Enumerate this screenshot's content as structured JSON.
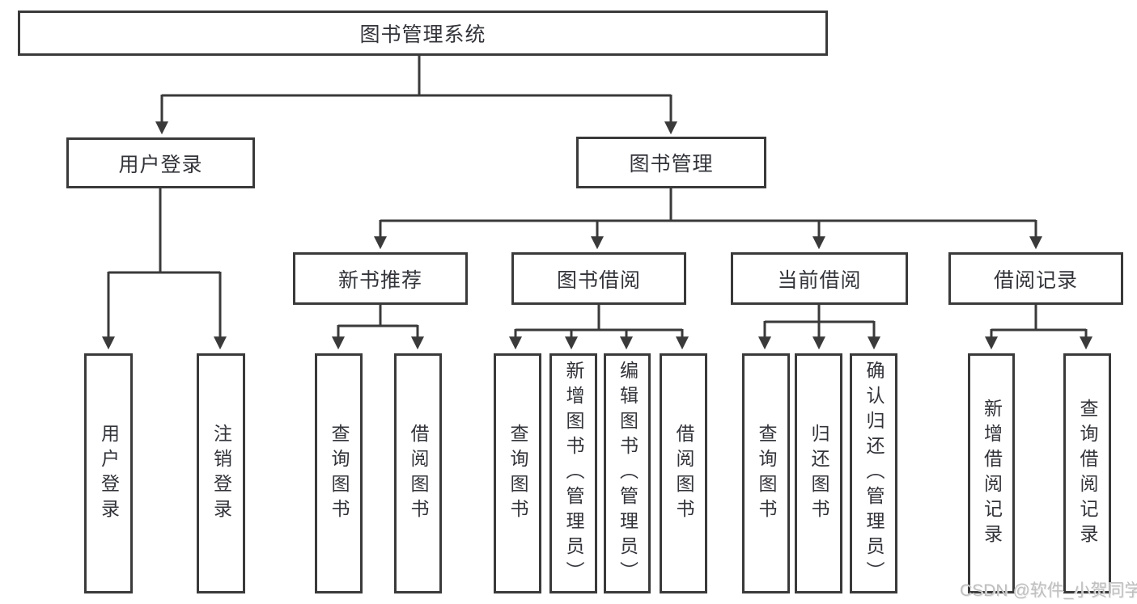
{
  "diagram": {
    "title": "图书管理系统",
    "root": {
      "label": "图书管理系统"
    },
    "branches": [
      {
        "id": "user-login",
        "label": "用户登录",
        "leaves": [
          {
            "label": "用户登录"
          },
          {
            "label": "注销登录"
          }
        ]
      },
      {
        "id": "book-management",
        "label": "图书管理",
        "children": [
          {
            "id": "new-book-recommendation",
            "label": "新书推荐",
            "leaves": [
              {
                "label": "查询图书"
              },
              {
                "label": "借阅图书"
              }
            ]
          },
          {
            "id": "book-borrowing",
            "label": "图书借阅",
            "leaves": [
              {
                "label": "查询图书"
              },
              {
                "label": "新增图书（管理员）"
              },
              {
                "label": "编辑图书（管理员）"
              },
              {
                "label": "借阅图书"
              }
            ]
          },
          {
            "id": "current-borrowing",
            "label": "当前借阅",
            "leaves": [
              {
                "label": "查询图书"
              },
              {
                "label": "归还图书"
              },
              {
                "label": "确认归还（管理员）"
              }
            ]
          },
          {
            "id": "borrowing-records",
            "label": "借阅记录",
            "leaves": [
              {
                "label": "新增借阅记录"
              },
              {
                "label": "查询借阅记录"
              }
            ]
          }
        ]
      }
    ],
    "line_color": "#3a3a3a",
    "text_color": "#33343a"
  },
  "watermark": {
    "text": "CSDN @软件_小贺同学"
  }
}
